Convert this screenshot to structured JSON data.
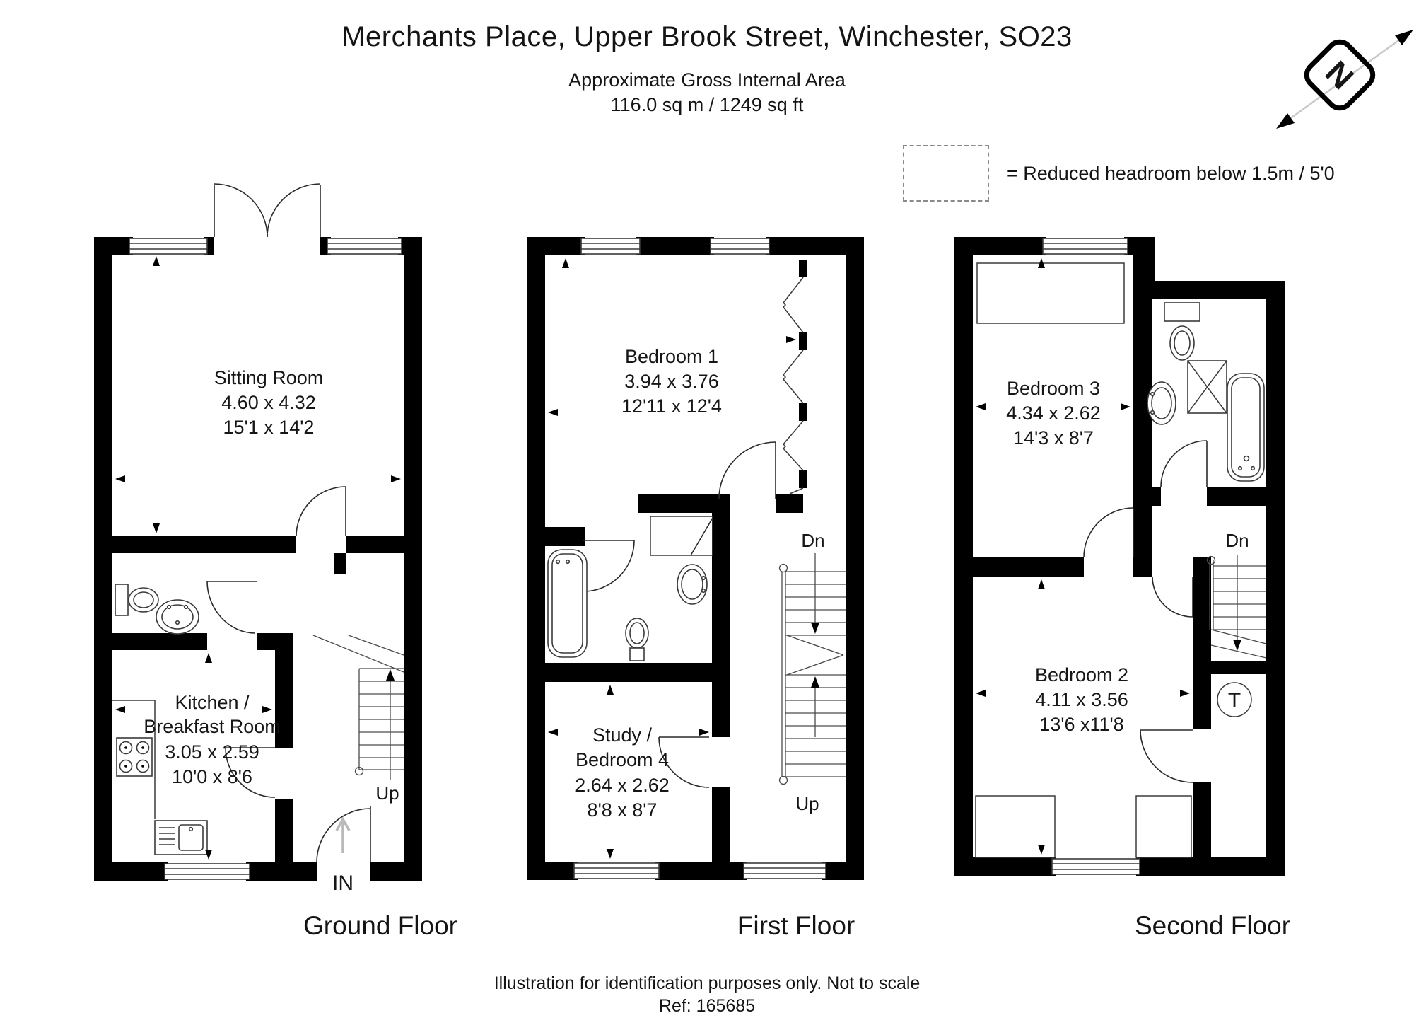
{
  "header": {
    "title": "Merchants Place, Upper Brook Street, Winchester, SO23",
    "subtitle": "Approximate Gross Internal Area",
    "area": "116.0 sq m / 1249 sq ft"
  },
  "compass": {
    "letter": "N"
  },
  "legend": {
    "text": "= Reduced headroom below 1.5m / 5'0"
  },
  "floors": {
    "ground": {
      "label": "Ground Floor",
      "rooms": {
        "sitting": {
          "name": "Sitting Room",
          "metric": "4.60 x 4.32",
          "imperial": "15'1 x 14'2"
        },
        "kitchen": {
          "name": "Kitchen /",
          "name2": "Breakfast Room",
          "metric": "3.05 x 2.59",
          "imperial": "10'0 x 8'6"
        }
      },
      "annotations": {
        "up": "Up",
        "entrance": "IN"
      }
    },
    "first": {
      "label": "First Floor",
      "rooms": {
        "bedroom1": {
          "name": "Bedroom 1",
          "metric": "3.94 x 3.76",
          "imperial": "12'11 x 12'4"
        },
        "study": {
          "name": "Study /",
          "name2": "Bedroom 4",
          "metric": "2.64 x 2.62",
          "imperial": "8'8 x 8'7"
        }
      },
      "annotations": {
        "dn": "Dn",
        "up": "Up"
      }
    },
    "second": {
      "label": "Second Floor",
      "rooms": {
        "bedroom3": {
          "name": "Bedroom 3",
          "metric": "4.34 x 2.62",
          "imperial": "14'3 x 8'7"
        },
        "bedroom2": {
          "name": "Bedroom 2",
          "metric": "4.11 x 3.56",
          "imperial": "13'6 x11'8"
        }
      },
      "annotations": {
        "dn": "Dn",
        "tank": "T"
      }
    }
  },
  "footer": {
    "disclaimer": "Illustration for identification purposes only. Not to scale",
    "reference": "Ref: 165685"
  }
}
